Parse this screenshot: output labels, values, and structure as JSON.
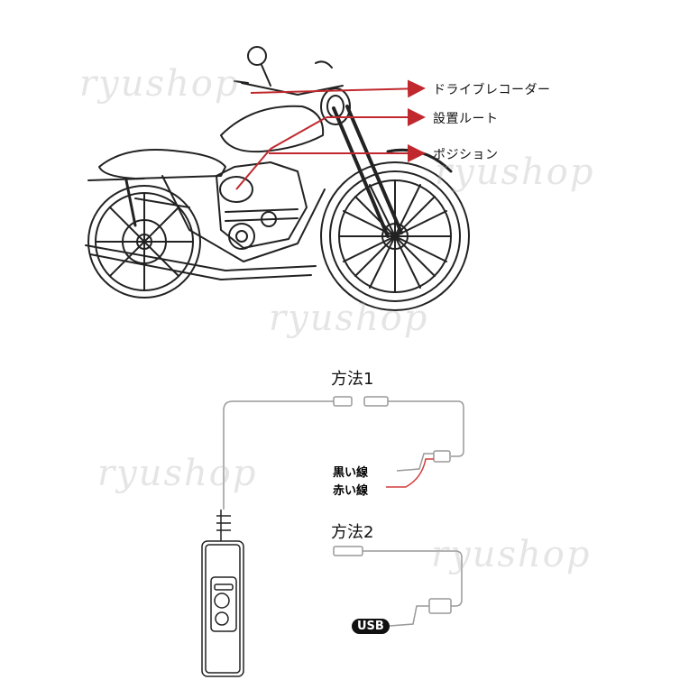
{
  "callouts": [
    {
      "id": "dashcam",
      "label": "ドライブレコーダー"
    },
    {
      "id": "route",
      "label": "設置ルート"
    },
    {
      "id": "position",
      "label": "ポジション"
    }
  ],
  "method1": {
    "title": "方法1",
    "black_wire": "黒い線",
    "red_wire": "赤い線"
  },
  "method2": {
    "title": "方法2",
    "usb": "USB"
  },
  "watermark": "ryushop",
  "colors": {
    "arrow": "#c0282d",
    "wire": "#999999",
    "red_wire": "#d23c3c",
    "line_art": "#222222"
  }
}
